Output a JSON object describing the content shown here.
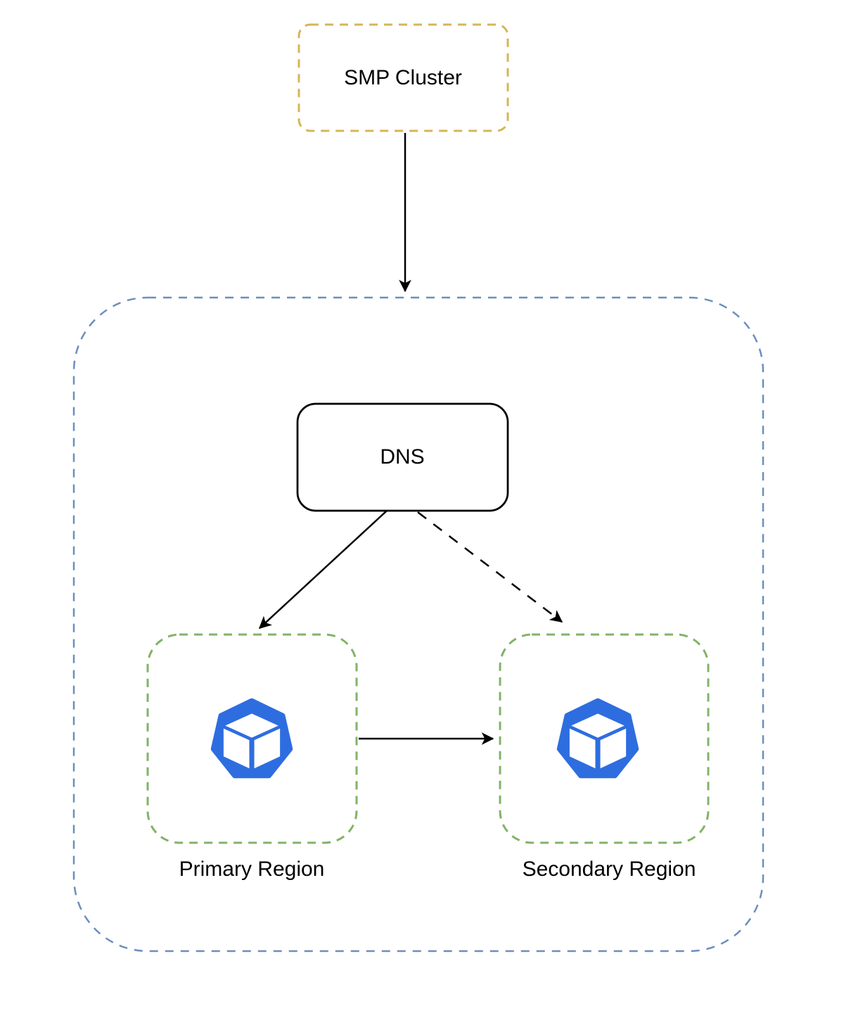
{
  "diagram": {
    "type": "architecture-diagram",
    "nodes": {
      "smp_cluster": {
        "label": "SMP Cluster",
        "border_style": "dashed"
      },
      "multi_region_container": {
        "label": "",
        "border_style": "dashed"
      },
      "dns": {
        "label": "DNS",
        "border_style": "solid"
      },
      "primary_region": {
        "label": "Primary Region",
        "border_style": "dashed",
        "icon": "kubernetes-pod-icon"
      },
      "secondary_region": {
        "label": "Secondary Region",
        "border_style": "dashed",
        "icon": "kubernetes-pod-icon"
      }
    },
    "edges": [
      {
        "from": "smp_cluster",
        "to": "multi_region_container",
        "style": "solid-arrow"
      },
      {
        "from": "dns",
        "to": "primary_region",
        "style": "solid-arrow"
      },
      {
        "from": "dns",
        "to": "secondary_region",
        "style": "dashed-arrow"
      },
      {
        "from": "primary_region",
        "to": "secondary_region",
        "style": "solid-arrow"
      }
    ],
    "colors": {
      "smp_border": "#D6B656",
      "container_border": "#6C8EBF",
      "region_border": "#82B366",
      "dns_border": "#000000",
      "arrow": "#000000",
      "icon_blue": "#2E6DE0",
      "icon_glyph": "#FFFFFF",
      "node_fill": "#FFFFFF",
      "canvas_background": "#FFFFFF",
      "text": "#000000"
    }
  }
}
